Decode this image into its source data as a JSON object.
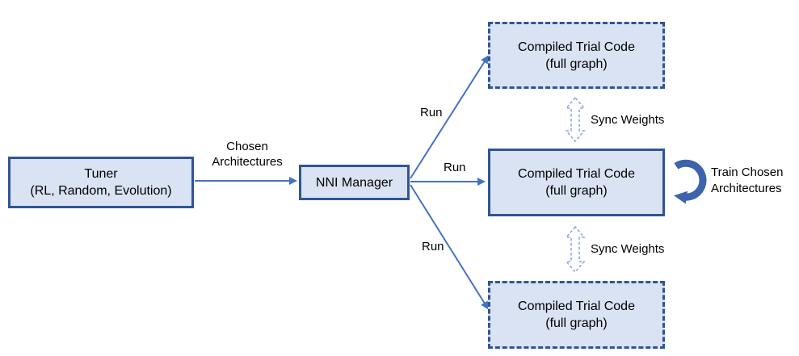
{
  "title": "NNI architecture search diagram",
  "colors": {
    "background": "#ffffff",
    "box_fill": "#dae3f3",
    "box_border": "#2f5597",
    "arrow": "#4472c4",
    "sync_arrow": "#8faadc",
    "curved_arrow": "#3e63ad",
    "text": "#000000"
  },
  "tuner": {
    "line1": "Tuner",
    "line2": "(RL, Random, Evolution)"
  },
  "nni": {
    "label": "NNI Manager"
  },
  "trials": [
    {
      "line1": "Compiled Trial Code",
      "line2": "(full graph)",
      "border": "dashed"
    },
    {
      "line1": "Compiled Trial Code",
      "line2": "(full graph)",
      "border": "solid"
    },
    {
      "line1": "Compiled Trial Code",
      "line2": "(full graph)",
      "border": "dashed"
    }
  ],
  "labels": {
    "chosen": {
      "line1": "Chosen",
      "line2": "Architectures"
    },
    "runs": [
      "Run",
      "Run",
      "Run"
    ],
    "sync": [
      "Sync Weights",
      "Sync Weights"
    ],
    "train": {
      "line1": "Train Chosen",
      "line2": "Architectures"
    }
  }
}
